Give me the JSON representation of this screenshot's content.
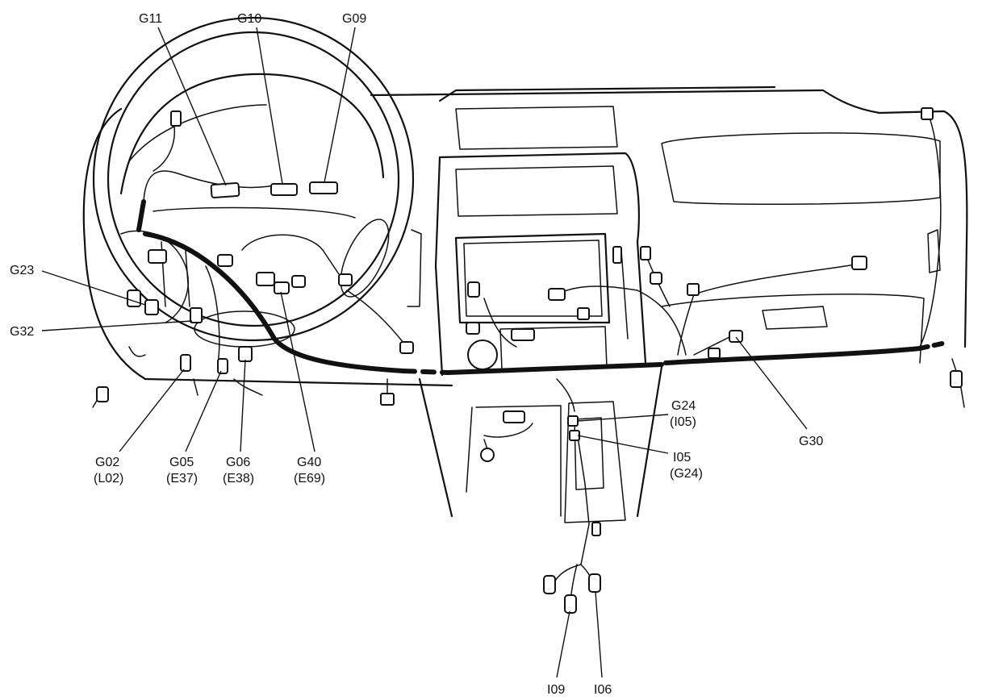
{
  "labels": {
    "g11": "G11",
    "g10": "G10",
    "g09": "G09",
    "g23": "G23",
    "g32": "G32",
    "g02": "G02",
    "l02": "(L02)",
    "g05": "G05",
    "e37": "(E37)",
    "g06": "G06",
    "e38": "(E38)",
    "g40": "G40",
    "e69": "(E69)",
    "g24": "G24",
    "i05_paren": "(I05)",
    "i05": "I05",
    "g24_paren": "(G24)",
    "g30": "G30",
    "i09": "I09",
    "i06": "I06"
  }
}
